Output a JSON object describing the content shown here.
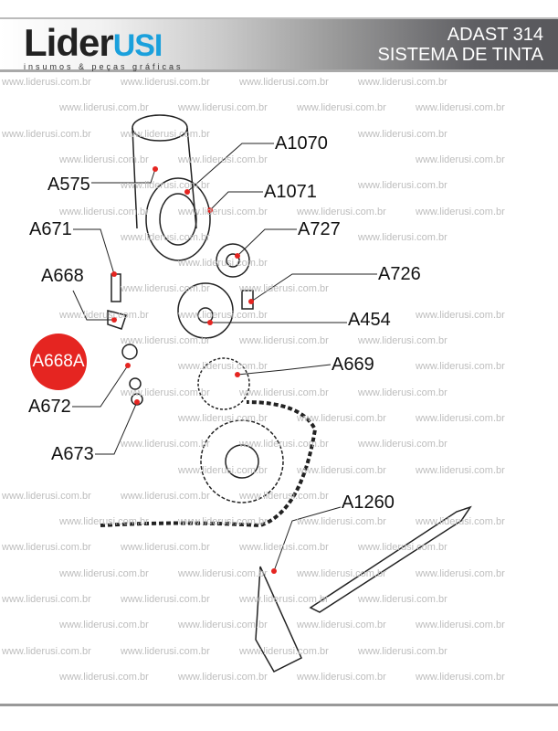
{
  "header": {
    "logo_main": "Lider",
    "logo_accent": "USI",
    "logo_tagline": "insumos & peças gráficas",
    "title_line1": "ADAST 314",
    "title_line2": "SISTEMA DE TINTA"
  },
  "watermark": "www.liderusi.com.br",
  "parts": {
    "A1070": "A1070",
    "A575": "A575",
    "A1071": "A1071",
    "A671": "A671",
    "A727": "A727",
    "A726": "A726",
    "A668": "A668",
    "A454": "A454",
    "A668A": "A668A",
    "A669": "A669",
    "A672": "A672",
    "A673": "A673",
    "A1260": "A1260"
  },
  "colors": {
    "highlight": "#e52521",
    "accent": "#1aa0dc"
  }
}
